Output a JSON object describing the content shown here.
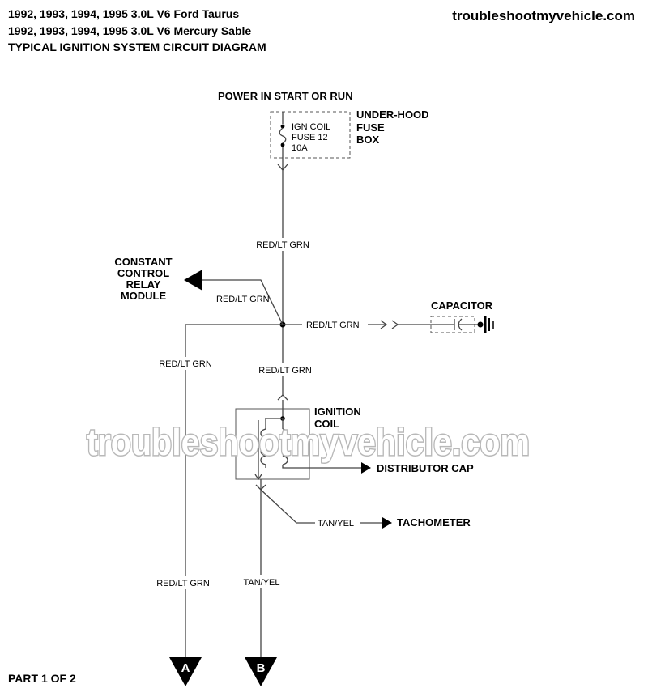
{
  "header": {
    "line1": "1992, 1993, 1994, 1995 3.0L V6 Ford Taurus",
    "line2": "1992, 1993, 1994, 1995 3.0L V6 Mercury Sable",
    "line3": "TYPICAL IGNITION SYSTEM CIRCUIT DIAGRAM",
    "site": "troubleshootmyvehicle.com"
  },
  "power": {
    "label": "POWER IN START OR  RUN"
  },
  "fuse_box": {
    "name_line1": "UNDER-HOOD",
    "name_line2": "FUSE",
    "name_line3": "BOX",
    "fuse_line1": "IGN COIL",
    "fuse_line2": "FUSE 12",
    "fuse_line3": "10A"
  },
  "wires": {
    "main": "RED/LT GRN",
    "relay_branch": "RED/LT GRN",
    "capacitor_branch": "RED/LT GRN",
    "left_upper": "RED/LT GRN",
    "to_coil": "RED/LT GRN",
    "tach_branch": "TAN/YEL",
    "left_lower": "RED/LT GRN",
    "coil_out": "TAN/YEL"
  },
  "components": {
    "relay_line1": "CONSTANT",
    "relay_line2": "CONTROL",
    "relay_line3": "RELAY",
    "relay_line4": "MODULE",
    "capacitor": "CAPACITOR",
    "coil_line1": "IGNITION",
    "coil_line2": "COIL",
    "distributor": "DISTRIBUTOR CAP",
    "tachometer": "TACHOMETER"
  },
  "connectors": {
    "a": "A",
    "b": "B"
  },
  "footer": {
    "part": "PART 1 OF 2"
  },
  "watermark": "troubleshootmyvehicle.com",
  "colors": {
    "line": "#444444",
    "text": "#000000",
    "watermark_outline": "#b8b8b8"
  }
}
